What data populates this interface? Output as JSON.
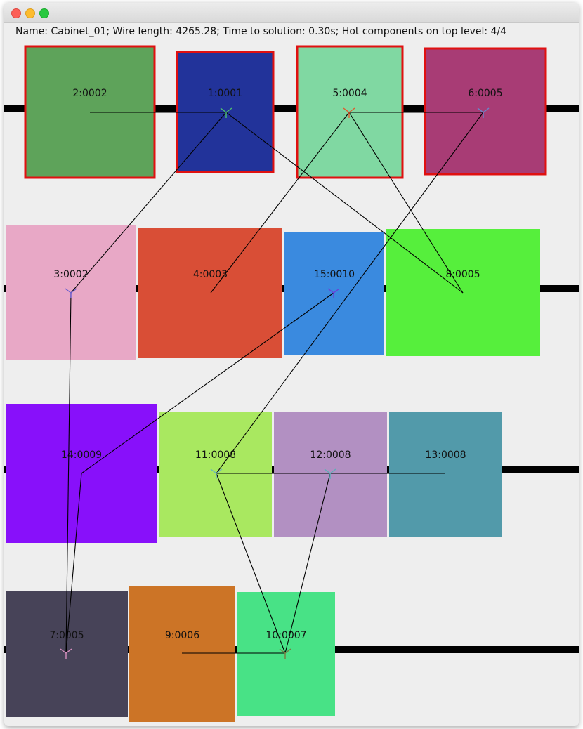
{
  "status_line": "Name: Cabinet_01; Wire length: 4265.28; Time to solution: 0.30s; Hot components on top level: 4/4",
  "rails": [
    {
      "id": "rail-1"
    },
    {
      "id": "rail-2"
    },
    {
      "id": "rail-3"
    },
    {
      "id": "rail-4"
    }
  ],
  "components": [
    {
      "label": "2:0002",
      "color": "#5ea35a",
      "hot": true
    },
    {
      "label": "1:0001",
      "color": "#22339a",
      "hot": true
    },
    {
      "label": "5:0004",
      "color": "#80d8a2",
      "hot": true
    },
    {
      "label": "6:0005",
      "color": "#a83c75",
      "hot": true
    },
    {
      "label": "3:0002",
      "color": "#e8a8c6",
      "hot": false
    },
    {
      "label": "4:0003",
      "color": "#d94e36",
      "hot": false
    },
    {
      "label": "15:0010",
      "color": "#3a8adf",
      "hot": false
    },
    {
      "label": "8:0005",
      "color": "#56ef3c",
      "hot": false
    },
    {
      "label": "14:0009",
      "color": "#8810fa",
      "hot": false
    },
    {
      "label": "11:0008",
      "color": "#a9e860",
      "hot": false
    },
    {
      "label": "12:0008",
      "color": "#b290c2",
      "hot": false
    },
    {
      "label": "13:0008",
      "color": "#529aaa",
      "hot": false
    },
    {
      "label": "7:0005",
      "color": "#474358",
      "hot": false
    },
    {
      "label": "9:0006",
      "color": "#cc7426",
      "hot": false
    },
    {
      "label": "10:0007",
      "color": "#48e286",
      "hot": false
    }
  ],
  "wires": [
    {
      "from": "2:0002",
      "to": "1:0001"
    },
    {
      "from": "1:0001",
      "to": "3:0002"
    },
    {
      "from": "1:0001",
      "to": "8:0005"
    },
    {
      "from": "5:0004",
      "to": "6:0005"
    },
    {
      "from": "5:0004",
      "to": "4:0003"
    },
    {
      "from": "5:0004",
      "to": "8:0005"
    },
    {
      "from": "6:0005",
      "to": "11:0008"
    },
    {
      "from": "3:0002",
      "to": "7:0005"
    },
    {
      "from": "15:0010",
      "to": "14:0009"
    },
    {
      "from": "14:0009",
      "to": "7:0005"
    },
    {
      "from": "11:0008",
      "to": "13:0008"
    },
    {
      "from": "11:0008",
      "to": "10:0007"
    },
    {
      "from": "12:0008",
      "to": "10:0007"
    },
    {
      "from": "9:0006",
      "to": "10:0007"
    }
  ]
}
